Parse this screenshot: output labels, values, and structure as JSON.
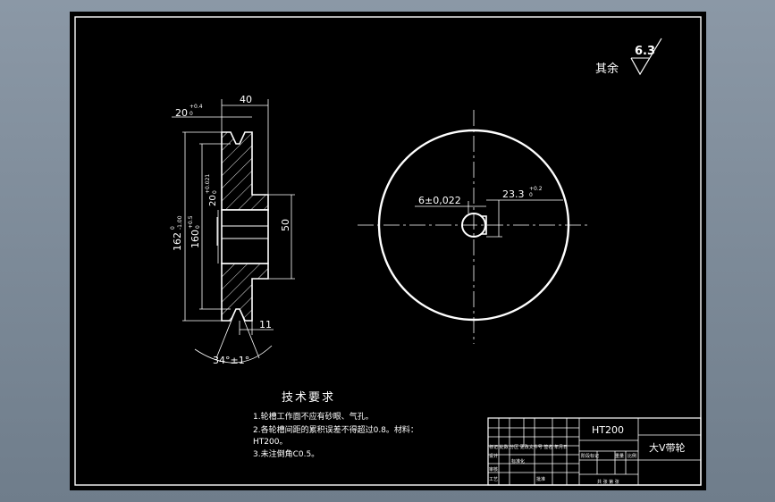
{
  "drawing": {
    "surface_note": "其余",
    "roughness": "6.3",
    "dims": {
      "width": "40",
      "groove_width": "20",
      "groove_width_tol_up": "+0.4",
      "groove_width_tol_lo": "0",
      "outer_dia": "162",
      "outer_dia_tol_up": "0",
      "outer_dia_tol_lo": "-1.00",
      "pitch_dia": "160",
      "pitch_dia_tol_up": "+0.5",
      "pitch_dia_tol_lo": "0",
      "bore": "20",
      "bore_tol_up": "+0.021",
      "bore_tol_lo": "0",
      "hub_dia": "50",
      "hub_depth": "11",
      "groove_angle": "34°±1°",
      "key_width": "6±0,022",
      "key_depth": "23.3",
      "key_depth_tol_up": "+0.2",
      "key_depth_tol_lo": "0"
    }
  },
  "requirements": {
    "title": "技术要求",
    "line1": "1.轮槽工作面不应有砂眼、气孔。",
    "line2": "2.各轮槽间距的累积误差不得超过0.8。材料：",
    "line3": "HT200。",
    "line4": "3.未注倒角C0.5。"
  },
  "title_block": {
    "material": "HT200",
    "part_name": "大V带轮",
    "h1": "标记 处数 分区 更改文件号 签名 年月日",
    "h2": "设计",
    "h3": "标准化",
    "h4": "审核",
    "h5": "工艺",
    "h6": "批准",
    "h7": "阶段标记",
    "h8": "重量",
    "h9": "比例",
    "h10": "共 张 第 张"
  }
}
